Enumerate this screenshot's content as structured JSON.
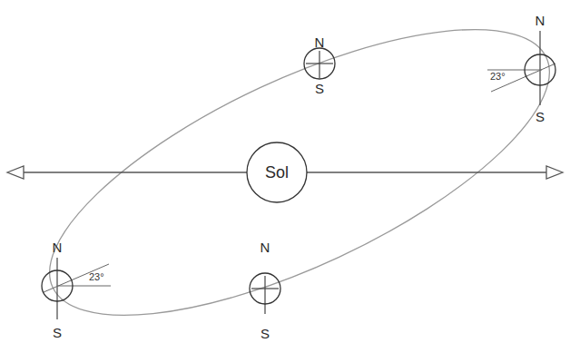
{
  "diagram": {
    "nodes": [
      {
        "text": [
          "N",
          "S"
        ]
      },
      {
        "text": [
          "N",
          "S"
        ]
      },
      {
        "text": [
          "Sol"
        ]
      },
      {
        "text": [
          "N",
          "S"
        ]
      },
      {
        "text": [
          "N",
          "S"
        ]
      }
    ],
    "labels": [
      "23°",
      "23°"
    ]
  }
}
